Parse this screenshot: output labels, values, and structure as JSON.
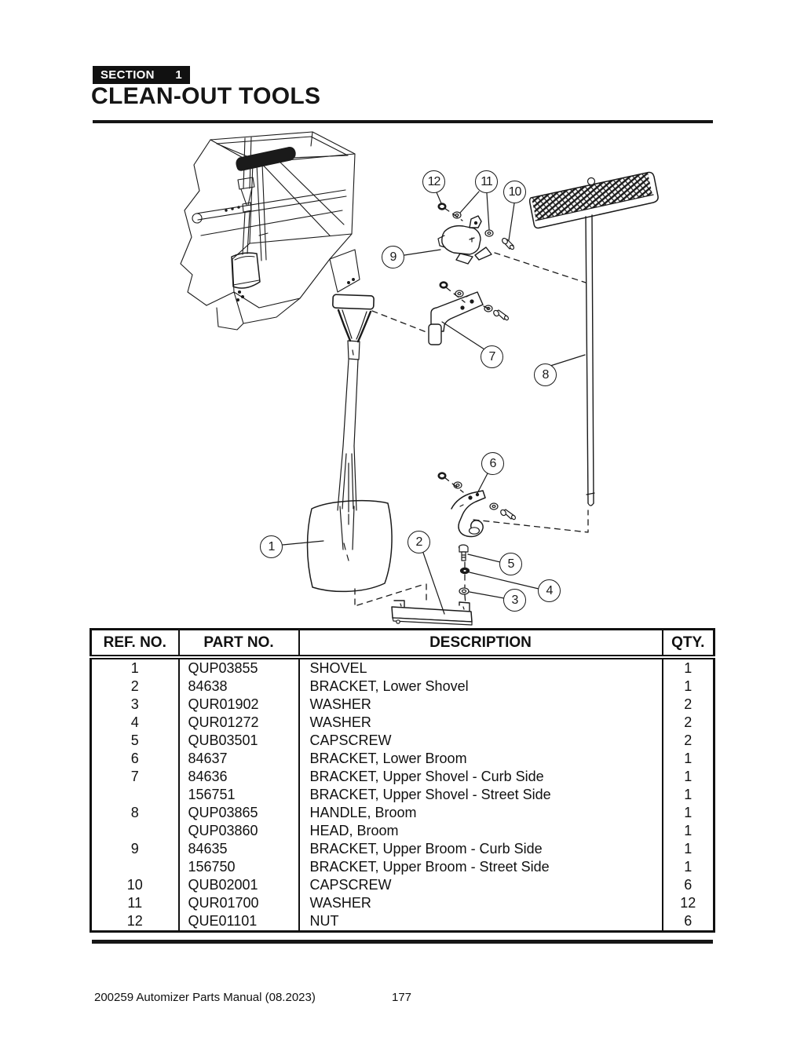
{
  "header": {
    "section_label": "SECTION",
    "section_number": "1",
    "title": "CLEAN-OUT TOOLS"
  },
  "diagram": {
    "description": "Exploded parts view of clean-out tools (shovel, broom, mounting brackets and hardware) with machine mounting location sketch",
    "callouts": [
      {
        "label": "1"
      },
      {
        "label": "2"
      },
      {
        "label": "3"
      },
      {
        "label": "4"
      },
      {
        "label": "5"
      },
      {
        "label": "6"
      },
      {
        "label": "7"
      },
      {
        "label": "8"
      },
      {
        "label": "9"
      },
      {
        "label": "10"
      },
      {
        "label": "11"
      },
      {
        "label": "12"
      }
    ]
  },
  "table": {
    "columns": [
      "REF. NO.",
      "PART NO.",
      "DESCRIPTION",
      "QTY."
    ],
    "rows": [
      [
        "1",
        "QUP03855",
        "SHOVEL",
        "1"
      ],
      [
        "2",
        "84638",
        "BRACKET, Lower Shovel",
        "1"
      ],
      [
        "3",
        "QUR01902",
        "WASHER",
        "2"
      ],
      [
        "4",
        "QUR01272",
        "WASHER",
        "2"
      ],
      [
        "5",
        "QUB03501",
        "CAPSCREW",
        "2"
      ],
      [
        "6",
        "84637",
        "BRACKET, Lower Broom",
        "1"
      ],
      [
        "7",
        "84636",
        "BRACKET, Upper Shovel - Curb Side",
        "1"
      ],
      [
        "",
        "156751",
        "BRACKET, Upper Shovel - Street Side",
        "1"
      ],
      [
        "8",
        "QUP03865",
        "HANDLE, Broom",
        "1"
      ],
      [
        "",
        "QUP03860",
        "HEAD, Broom",
        "1"
      ],
      [
        "9",
        "84635",
        "BRACKET, Upper Broom - Curb Side",
        "1"
      ],
      [
        "",
        "156750",
        "BRACKET, Upper Broom - Street Side",
        "1"
      ],
      [
        "10",
        "QUB02001",
        "CAPSCREW",
        "6"
      ],
      [
        "11",
        "QUR01700",
        "WASHER",
        "12"
      ],
      [
        "12",
        "QUE01101",
        "NUT",
        "6"
      ]
    ]
  },
  "footer": {
    "doc": "200259 Automizer Parts Manual (08.2023)",
    "page": "177"
  },
  "colors": {
    "ink": "#1a1a1a",
    "paper": "#ffffff"
  }
}
